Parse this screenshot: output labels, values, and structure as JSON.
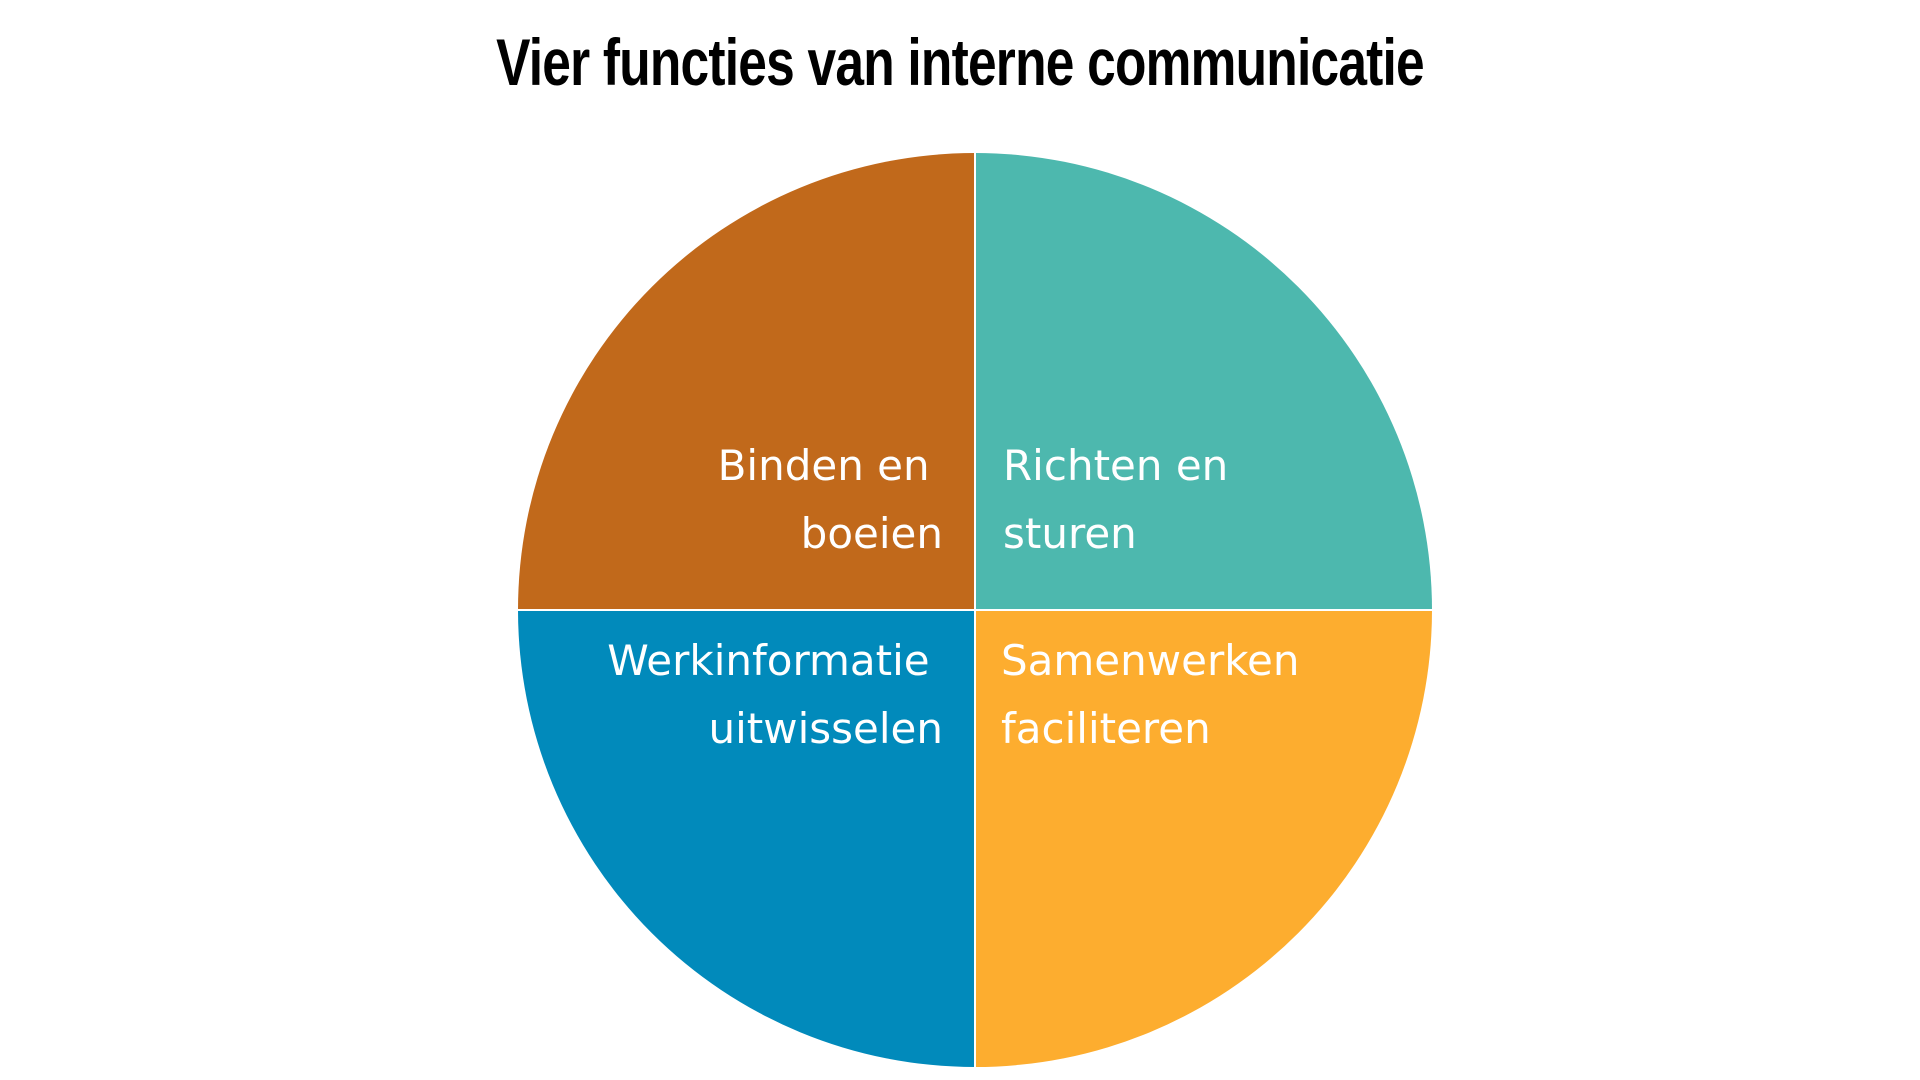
{
  "title": "Vier functies van interne communicatie",
  "quadrants": [
    {
      "id": "top-left",
      "color": "#C1691B",
      "lines": [
        "Binden en",
        "boeien"
      ]
    },
    {
      "id": "top-right",
      "color": "#4DB8AE",
      "lines": [
        "Richten en",
        "sturen"
      ]
    },
    {
      "id": "bottom-left",
      "color": "#018ABB",
      "lines": [
        "Werkinformatie",
        "uitwisselen"
      ]
    },
    {
      "id": "bottom-right",
      "color": "#FDAD2F",
      "lines": [
        "Samenwerken",
        "faciliteren"
      ]
    }
  ]
}
